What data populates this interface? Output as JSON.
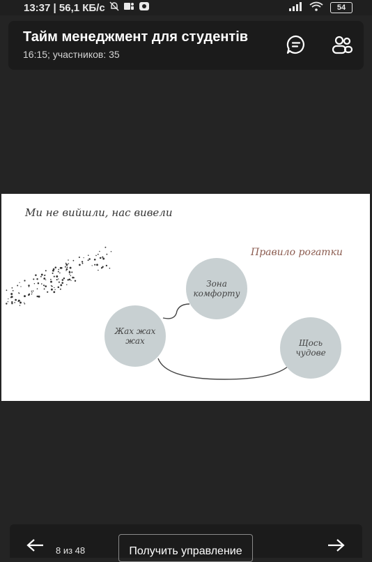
{
  "status_bar": {
    "time_speed": "13:37 | 56,1 КБ/с",
    "battery": "54",
    "icons": [
      "bell-off-icon",
      "teams-icon",
      "meet-icon",
      "signal-icon",
      "wifi-icon",
      "battery-icon"
    ]
  },
  "header": {
    "title": "Тайм менеджмент для студентів",
    "subtitle": "16:15; участников: 35",
    "icons": [
      "chat-icon",
      "participants-icon"
    ]
  },
  "slide": {
    "title": "Ми не вийшли, нас вивели",
    "rule_label": "Правило рогатки",
    "circles": {
      "comfort": "Зона\nкомфорту",
      "panic": "Жах жах\nжах",
      "wonder": "Щось\nчудове"
    }
  },
  "toolbar": {
    "page_counter": "8 из 48",
    "take_control_label": "Получить управление",
    "icons": [
      "arrow-left-icon",
      "arrow-right-icon"
    ]
  },
  "colors": {
    "background": "#242424",
    "header_bg": "#1b1b1b",
    "circle_fill": "#c8d0d2",
    "rule_text": "#8a5a4e"
  }
}
